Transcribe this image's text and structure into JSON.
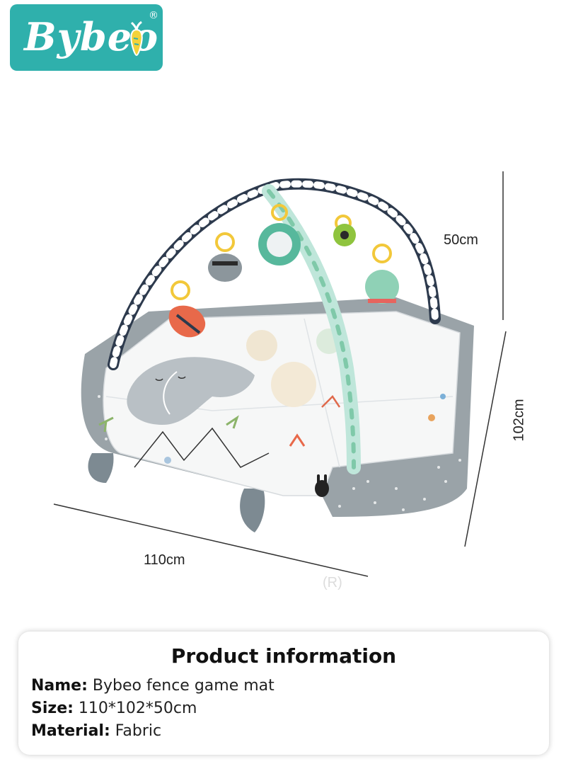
{
  "brand": {
    "name": "Bybeo",
    "registered_mark": "®",
    "badge_color": "#2fb0ac",
    "icon": "carrot-icon"
  },
  "dimensions": {
    "height_label": "50cm",
    "width_label": "110cm",
    "depth_label": "102cm",
    "watermark": "(R)"
  },
  "product_info": {
    "title": "Product information",
    "name_key": "Name:",
    "name_value": "Bybeo fence game mat",
    "size_key": "Size:",
    "size_value": "110*102*50cm",
    "material_key": "Material:",
    "material_value": "Fabric"
  }
}
